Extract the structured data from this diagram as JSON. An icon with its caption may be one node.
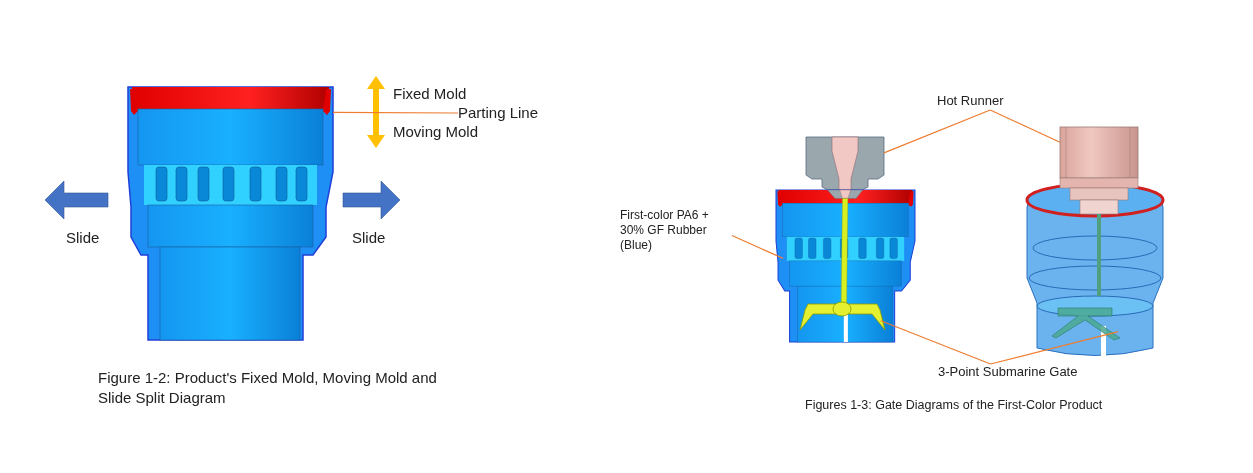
{
  "diagram": {
    "nodes": [
      {
        "text": [],
        "shape": "picture"
      },
      {
        "text": [
          "Parting Line"
        ]
      },
      {
        "text": [
          "Hot Runner"
        ]
      },
      {
        "text": [],
        "shape": "picture"
      },
      {
        "text": [],
        "shape": "picture"
      },
      {
        "text": [
          "First-color PA6 + 30% GF Rubber (Blue)"
        ]
      },
      {
        "text": [],
        "shape": "picture"
      },
      {
        "text": [],
        "shape": "picture",
        "in": 6
      },
      {
        "text": [],
        "shape": "picture"
      },
      {
        "text": [],
        "shape": "picture",
        "in": 8
      },
      {
        "text": [
          "3-Point Submarine Gate"
        ]
      }
    ],
    "edges": [
      {
        "from": 1,
        "to": 0,
        "arrow": "none"
      },
      {
        "from": 2,
        "to": 3,
        "arrow": "none"
      },
      {
        "from": 2,
        "to": 4,
        "arrow": "none"
      },
      {
        "from": 5,
        "to": 6,
        "arrow": "none"
      },
      {
        "from": 10,
        "to": 7,
        "arrow": "none"
      },
      {
        "from": 10,
        "to": 9,
        "arrow": "none"
      }
    ],
    "labels": [
      "Fixed Mold",
      "Moving Mold",
      "Slide",
      "Slide",
      "Figure 1-2: Product's Fixed Mold, Moving Mold and Slide Split Diagram",
      "Figures 1-3: Gate Diagrams of the First-Color Product"
    ]
  }
}
